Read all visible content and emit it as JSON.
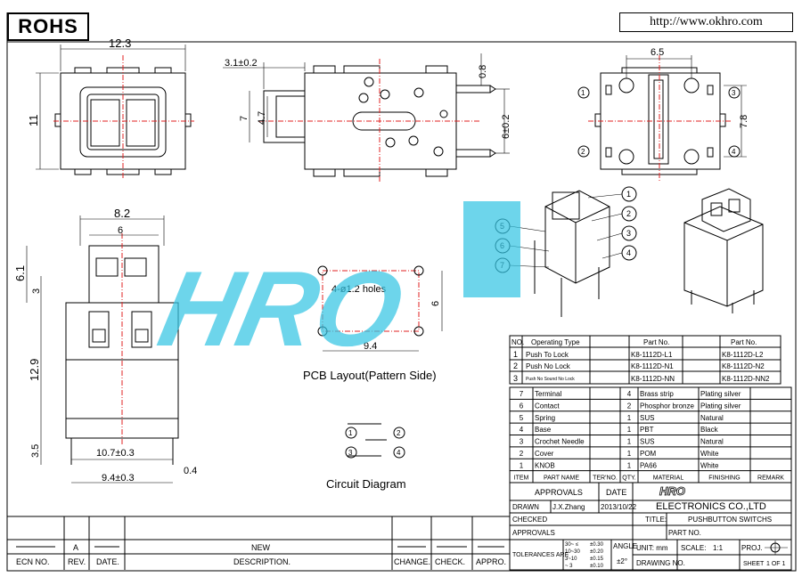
{
  "header": {
    "rohs": "ROHS",
    "url": "http://www.okhro.com"
  },
  "top_view": {
    "width": "12.3",
    "height": "11"
  },
  "side_view": {
    "d1": "3.1±0.2",
    "d2": "0.8",
    "d3": "7",
    "d4": "4.7",
    "d5": "6±0.2"
  },
  "bottom_view": {
    "d1": "6.5",
    "d2": "7.8",
    "pins": [
      "1",
      "2",
      "3",
      "4"
    ]
  },
  "front_view": {
    "d1": "8.2",
    "d2": "6",
    "d3": "6.1",
    "d4": "3",
    "d5": "12.9",
    "d6": "3.5",
    "d7": "10.7±0.3",
    "d8": "0.4",
    "d9": "9.4±0.3"
  },
  "pcb": {
    "holes": "4-ø1.2 holes",
    "w": "9.4",
    "h": "6",
    "caption": "PCB Layout(Pattern Side)"
  },
  "circuit": {
    "caption": "Circuit Diagram",
    "pins": [
      "1",
      "2",
      "3",
      "4"
    ]
  },
  "callouts": [
    "1",
    "2",
    "3",
    "4",
    "5",
    "6",
    "7"
  ],
  "watermark": "HRO",
  "op_table": {
    "headers": [
      "NO.",
      "Operating Type",
      "Part No.",
      "Part No."
    ],
    "rows": [
      {
        "no": "1",
        "type": "Push To Lock",
        "p1": "K8-1112D-L1",
        "p2": "K8-1112D-L2"
      },
      {
        "no": "2",
        "type": "Push No Lock",
        "p1": "K8-1112D-N1",
        "p2": "K8-1112D-N2"
      },
      {
        "no": "3",
        "type": "Push No Sound No Lock",
        "p1": "K8-1112D-NN",
        "p2": "K8-1112D-NN2"
      }
    ]
  },
  "bom": {
    "headers": [
      "ITEM",
      "PART NAME",
      "TER'NO.",
      "QTY.",
      "MATERIAL",
      "FINISHING",
      "REMARK"
    ],
    "rows": [
      {
        "item": "7",
        "name": "Terminal",
        "qty": "4",
        "mat": "Brass strip",
        "fin": "Plating silver"
      },
      {
        "item": "6",
        "name": "Contact",
        "qty": "2",
        "mat": "Phosphor bronze",
        "fin": "Plating silver"
      },
      {
        "item": "5",
        "name": "Spring",
        "qty": "1",
        "mat": "SUS",
        "fin": "Natural"
      },
      {
        "item": "4",
        "name": "Base",
        "qty": "1",
        "mat": "PBT",
        "fin": "Black"
      },
      {
        "item": "3",
        "name": "Crochet Needle",
        "qty": "1",
        "mat": "SUS",
        "fin": "Natural"
      },
      {
        "item": "2",
        "name": "Cover",
        "qty": "1",
        "mat": "POM",
        "fin": "White"
      },
      {
        "item": "1",
        "name": "KNOB",
        "qty": "1",
        "mat": "PA66",
        "fin": "White"
      }
    ]
  },
  "title_block": {
    "approvals": "APPROVALS",
    "date": "DATE",
    "company": "ELECTRONICS CO.,LTD",
    "drawn": "DRAWN",
    "drawn_by": "J.X.Zhang",
    "drawn_date": "2013/10/22",
    "checked": "CHECKED",
    "approvals2": "APPROVALS",
    "title_label": "TITLE:",
    "title": "PUSHBUTTON SWITCHS",
    "part_no": "PART NO.",
    "tolerances": "TOLERANCES ARE",
    "tol_ranges": [
      "30~ ≤",
      "10~30",
      "3~10",
      "~ 3"
    ],
    "tol_vals": [
      "±0.30",
      "±0.20",
      "±0.15",
      "±0.10"
    ],
    "angle": "ANGLE",
    "angle_val": "±2°",
    "unit": "UNIT: mm",
    "scale": "SCALE:",
    "scale_val": "1:1",
    "proj": "PROJ.",
    "drawing_no": "DRAWING NO.",
    "sheet": "SHEET",
    "sheet_val": "1 OF 1"
  },
  "rev_block": {
    "rev": "A",
    "new": "NEW",
    "labels": [
      "ECN NO.",
      "REV.",
      "DATE.",
      "DESCRIPTION.",
      "CHANGE.",
      "CHECK.",
      "APPRO."
    ]
  }
}
